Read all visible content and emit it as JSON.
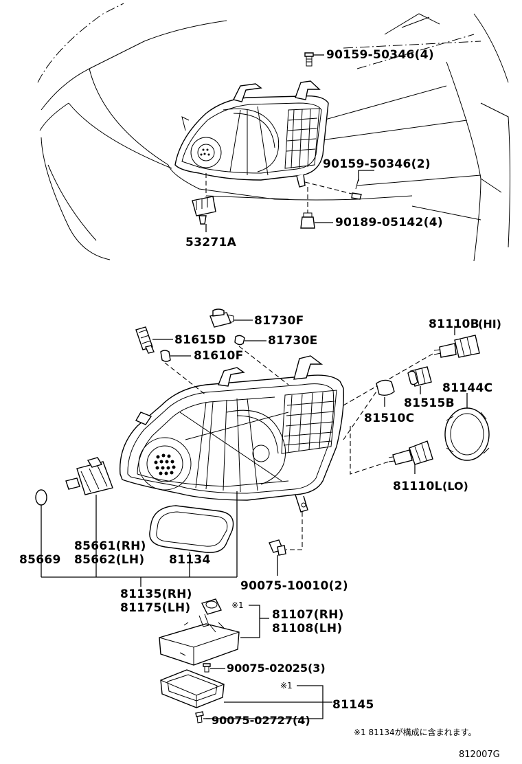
{
  "labels": {
    "top_bolt": "90159-50346(4)",
    "side_bolt": "90159-50346(2)",
    "clip_nut": "90189-05142(4)",
    "leveling_motor": "53271A",
    "side_marker_socket": "81730F",
    "side_marker_bulb": "81730E",
    "position_socket": "81615D",
    "position_bulb": "81610F",
    "hi_bulb": "81110B",
    "hi_suffix": "(HI)",
    "cover": "81144C",
    "turn_socket": "81515B",
    "turn_bulb": "81510C",
    "lo_bulb": "81110L",
    "lo_suffix": "(LO)",
    "oring": "85669",
    "leveling_rh": "85661(RH)",
    "leveling_lh": "85662(LH)",
    "gasket": "81134",
    "lens_clip": "90075-10010(2)",
    "headlamp_rh": "81135(RH)",
    "headlamp_lh": "81175(LH)",
    "note_mark": "※1",
    "ballast_rh": "81107(RH)",
    "ballast_lh": "81108(LH)",
    "ballast_screw": "90075-02025(3)",
    "bracket": "81145",
    "bracket_screw": "90075-02727(4)"
  },
  "footnote": "※1 81134が構成に含まれます。",
  "diagram_code": "812007G"
}
